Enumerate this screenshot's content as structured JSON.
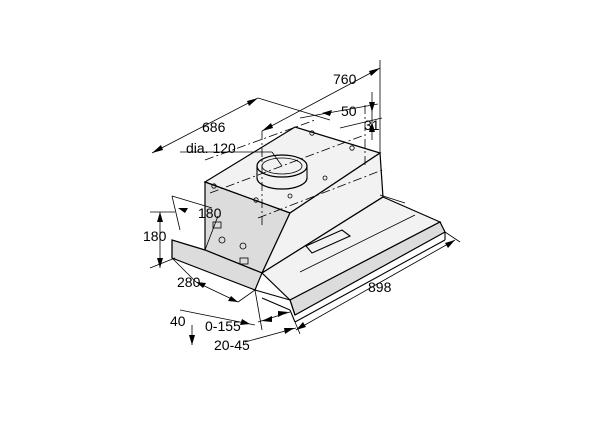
{
  "dimensions": {
    "width_total": "760",
    "depth": "686",
    "spacing": "50",
    "offset": "31",
    "duct": "dia. 120",
    "side_depth": "180",
    "height": "180",
    "front_depth": "280",
    "front_height": "40",
    "extension": "0-155",
    "panel": "20-45",
    "length": "898"
  }
}
